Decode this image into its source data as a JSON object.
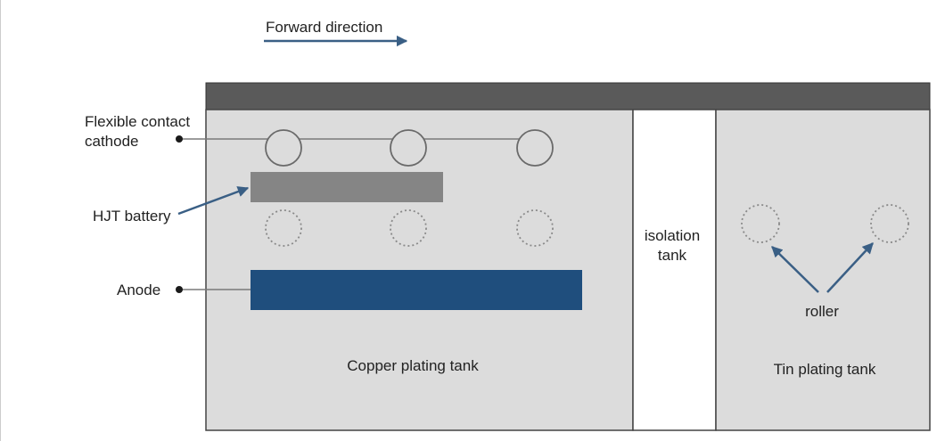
{
  "direction": {
    "label": "Forward direction"
  },
  "labels": {
    "flexible_contact_cathode": [
      "Flexible contact",
      "cathode"
    ],
    "hjt_battery": "HJT battery",
    "anode": "Anode",
    "isolation_tank": [
      "isolation",
      "tank"
    ],
    "roller": "roller",
    "copper_plating_tank": "Copper plating tank",
    "tin_plating_tank": "Tin plating tank"
  },
  "colors": {
    "frame_bar": "#5a5a5a",
    "tank_fill": "#dcdcdc",
    "battery": "#858585",
    "anode": "#1f4e7d",
    "arrow": "#3a5f85",
    "roller_stroke": "#8a8a8a",
    "leader": "#1a1a1a"
  }
}
